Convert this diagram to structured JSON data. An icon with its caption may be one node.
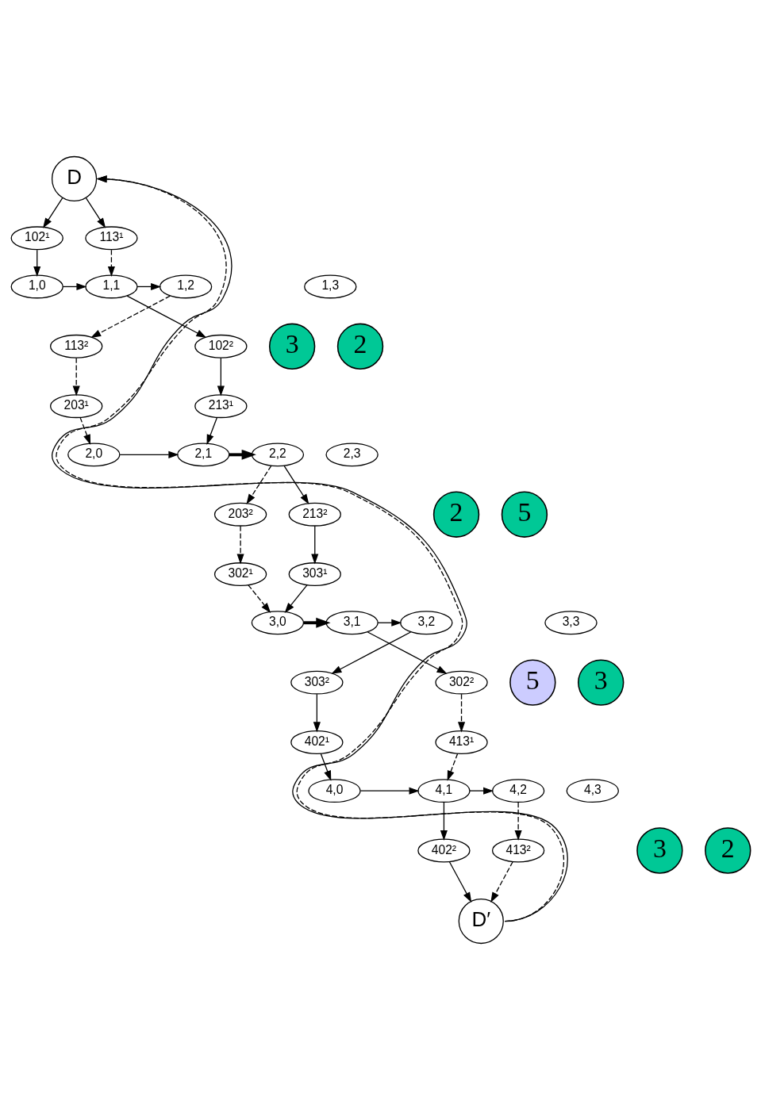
{
  "diagram": {
    "nodes": [
      {
        "text": [
          "D"
        ]
      },
      {
        "text": [
          "102¹"
        ]
      },
      {
        "text": [
          "113¹"
        ]
      },
      {
        "text": [
          "1,0"
        ]
      },
      {
        "text": [
          "1,1"
        ]
      },
      {
        "text": [
          "1,2"
        ]
      },
      {
        "text": [
          "1,3"
        ]
      },
      {
        "text": [
          "3"
        ]
      },
      {
        "text": [
          "2"
        ]
      },
      {
        "text": [
          "102²"
        ]
      },
      {
        "text": [
          "113²"
        ]
      },
      {
        "text": [
          "203¹"
        ]
      },
      {
        "text": [
          "213¹"
        ]
      },
      {
        "text": [
          "2,0"
        ]
      },
      {
        "text": [
          "2,1"
        ]
      },
      {
        "text": [
          "2,2"
        ]
      },
      {
        "text": [
          "2,3"
        ]
      },
      {
        "text": [
          "2"
        ]
      },
      {
        "text": [
          "5"
        ]
      },
      {
        "text": [
          "203²"
        ]
      },
      {
        "text": [
          "213²"
        ]
      },
      {
        "text": [
          "302¹"
        ]
      },
      {
        "text": [
          "303¹"
        ]
      },
      {
        "text": [
          "3,0"
        ]
      },
      {
        "text": [
          "3,1"
        ]
      },
      {
        "text": [
          "3,2"
        ]
      },
      {
        "text": [
          "3,3"
        ]
      },
      {
        "text": [
          "5"
        ]
      },
      {
        "text": [
          "3"
        ]
      },
      {
        "text": [
          "302²"
        ]
      },
      {
        "text": [
          "303²"
        ]
      },
      {
        "text": [
          "402¹"
        ]
      },
      {
        "text": [
          "413¹"
        ]
      },
      {
        "text": [
          "4,0"
        ]
      },
      {
        "text": [
          "4,1"
        ]
      },
      {
        "text": [
          "4,2"
        ]
      },
      {
        "text": [
          "4,3"
        ]
      },
      {
        "text": [
          "3"
        ]
      },
      {
        "text": [
          "2"
        ]
      },
      {
        "text": [
          "402²"
        ]
      },
      {
        "text": [
          "413²"
        ]
      },
      {
        "text": [
          "D′"
        ]
      }
    ],
    "edges": [
      {
        "from": 0,
        "to": 1,
        "arrow": "to"
      },
      {
        "from": 0,
        "to": 2,
        "arrow": "to"
      },
      {
        "from": 1,
        "to": 3,
        "arrow": "to"
      },
      {
        "from": 2,
        "to": 4,
        "arrow": "to",
        "style": "dashed"
      },
      {
        "from": 3,
        "to": 4,
        "arrow": "to"
      },
      {
        "from": 4,
        "to": 5,
        "arrow": "to"
      },
      {
        "from": 4,
        "to": 9,
        "arrow": "to"
      },
      {
        "from": 5,
        "to": 10,
        "arrow": "to",
        "style": "dashed"
      },
      {
        "from": 9,
        "to": 12,
        "arrow": "to"
      },
      {
        "from": 10,
        "to": 11,
        "arrow": "to",
        "style": "dashed"
      },
      {
        "from": 11,
        "to": 13,
        "arrow": "to",
        "style": "dashed"
      },
      {
        "from": 12,
        "to": 14,
        "arrow": "to"
      },
      {
        "from": 13,
        "to": 14,
        "arrow": "to"
      },
      {
        "from": 14,
        "to": 15,
        "arrow": "to",
        "style": "thick"
      },
      {
        "from": 15,
        "to": 19,
        "arrow": "to",
        "style": "dashed"
      },
      {
        "from": 15,
        "to": 20,
        "arrow": "to"
      },
      {
        "from": 19,
        "to": 21,
        "arrow": "to",
        "style": "dashed"
      },
      {
        "from": 20,
        "to": 22,
        "arrow": "to"
      },
      {
        "from": 21,
        "to": 23,
        "arrow": "to",
        "style": "dashed"
      },
      {
        "from": 22,
        "to": 23,
        "arrow": "to"
      },
      {
        "from": 23,
        "to": 24,
        "arrow": "to",
        "style": "thick"
      },
      {
        "from": 24,
        "to": 25,
        "arrow": "to"
      },
      {
        "from": 24,
        "to": 29,
        "arrow": "to"
      },
      {
        "from": 25,
        "to": 30,
        "arrow": "to"
      },
      {
        "from": 29,
        "to": 32,
        "arrow": "to",
        "style": "dashed"
      },
      {
        "from": 30,
        "to": 31,
        "arrow": "to"
      },
      {
        "from": 31,
        "to": 33,
        "arrow": "to"
      },
      {
        "from": 32,
        "to": 34,
        "arrow": "to",
        "style": "dashed"
      },
      {
        "from": 33,
        "to": 34,
        "arrow": "to"
      },
      {
        "from": 34,
        "to": 35,
        "arrow": "to"
      },
      {
        "from": 34,
        "to": 39,
        "arrow": "to"
      },
      {
        "from": 35,
        "to": 40,
        "arrow": "to",
        "style": "dashed"
      },
      {
        "from": 39,
        "to": 41,
        "arrow": "to"
      },
      {
        "from": 40,
        "to": 41,
        "arrow": "to",
        "style": "dashed"
      },
      {
        "from": 41,
        "to": 0,
        "arrow": "to"
      },
      {
        "from": 41,
        "to": 0,
        "arrow": "to",
        "style": "dashed"
      }
    ]
  }
}
